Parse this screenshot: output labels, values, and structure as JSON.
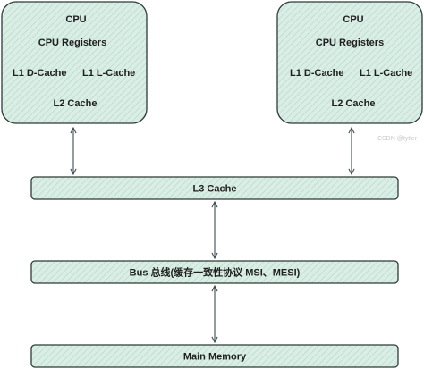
{
  "colors": {
    "fill": "#dbeee6",
    "hatch": "#b7ddcc",
    "stroke": "#2e3a38",
    "arrow": "#3d4a52"
  },
  "cpu_left": {
    "title": "CPU",
    "registers": "CPU Registers",
    "l1d": "L1 D-Cache",
    "l1i": "L1 L-Cache",
    "l2": "L2 Cache"
  },
  "cpu_right": {
    "title": "CPU",
    "registers": "CPU Registers",
    "l1d": "L1 D-Cache",
    "l1i": "L1 L-Cache",
    "l2": "L2 Cache"
  },
  "l3": {
    "label": "L3 Cache"
  },
  "bus": {
    "label": "Bus 总线(缓存一致性协议 MSI、MESI)"
  },
  "memory": {
    "label": "Main Memory"
  },
  "watermark": "CSDN @tytler"
}
